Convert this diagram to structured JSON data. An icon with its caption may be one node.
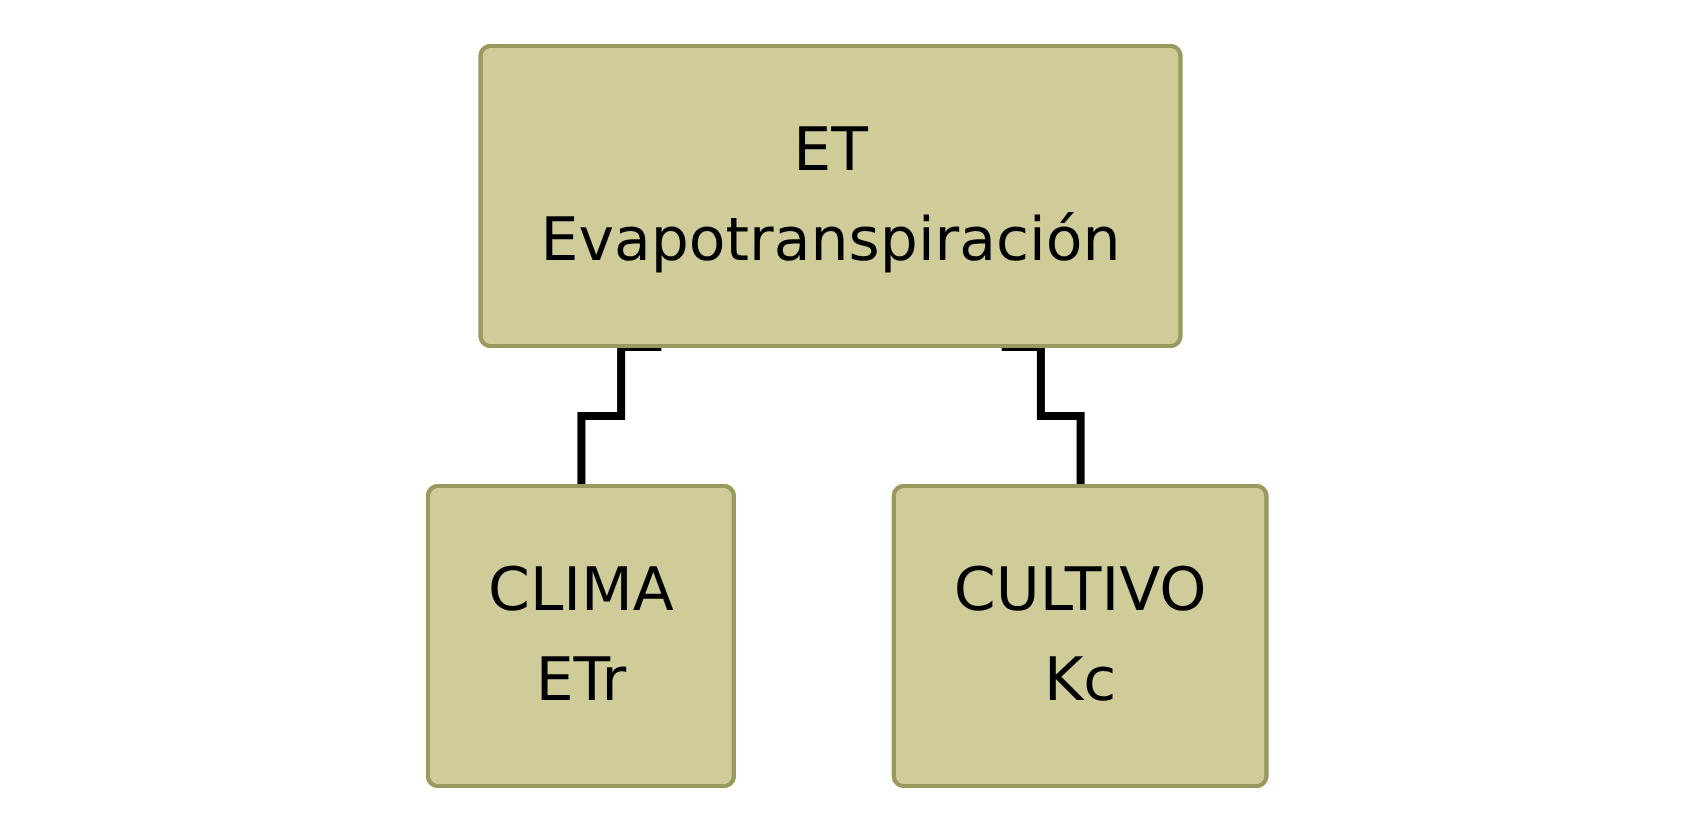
{
  "diagram": {
    "nodes": [
      {
        "text": [
          "ET",
          "Evapotranspiración"
        ]
      },
      {
        "text": [
          "CLIMA",
          "ETr"
        ]
      },
      {
        "text": [
          "CULTIVO",
          "Kc"
        ]
      }
    ],
    "edges": [
      {
        "from": 0,
        "to": 1,
        "arrow": "none"
      },
      {
        "from": 0,
        "to": 2,
        "arrow": "none"
      }
    ]
  }
}
